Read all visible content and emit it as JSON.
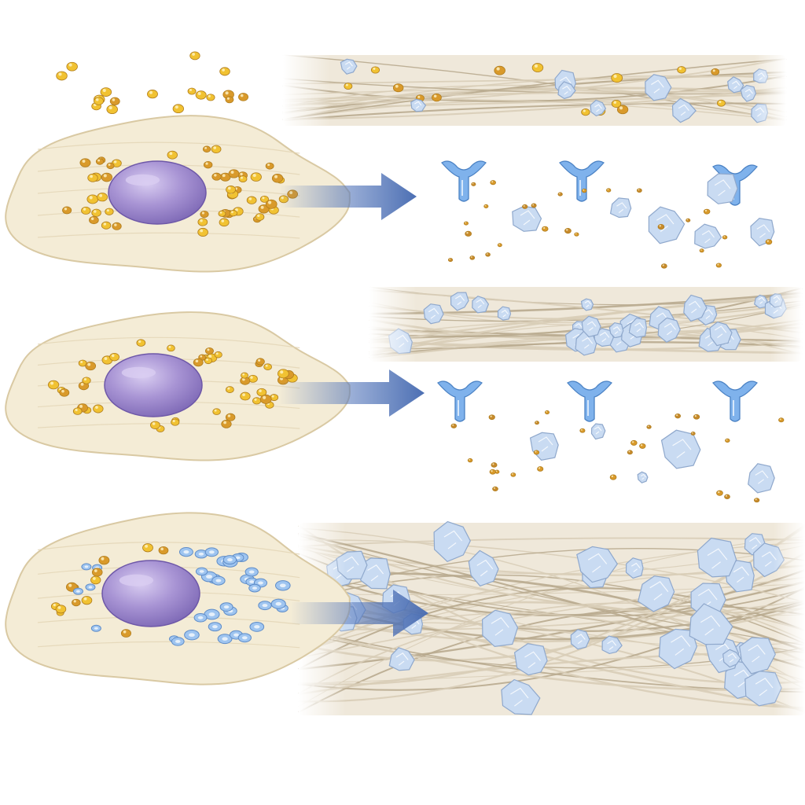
{
  "figure": {
    "background": "#ffffff",
    "panels": [
      {
        "id": "panel-1",
        "cell_granule_mix": "yellow",
        "matrix_density": "sparse",
        "matrix_particles": "yellow-and-blue",
        "released_products": [
          "receptor",
          "mineral-cluster",
          "small-granule"
        ]
      },
      {
        "id": "panel-2",
        "cell_granule_mix": "yellow",
        "matrix_density": "medium",
        "matrix_particles": "blue",
        "released_products": [
          "receptor",
          "mineral-cluster",
          "small-granule"
        ]
      },
      {
        "id": "panel-3",
        "cell_granule_mix": "yellow-and-blue",
        "matrix_density": "dense",
        "matrix_particles": "blue",
        "released_products": []
      }
    ]
  },
  "colors": {
    "cell_body": "#f4ecd6",
    "cell_outline": "#d9c9a3",
    "nucleus": "#a894d4",
    "nucleus_highlight": "#d9cdf1",
    "granule_yellow": "#f1c232",
    "granule_orange": "#d99a2b",
    "granule_blue": "#9fc5f0",
    "mineral": "#c9dbf2",
    "mineral_edge": "#8fa8cc",
    "receptor": "#7fb2ec",
    "arrow": "#5577bb",
    "fiber": "#d8cdb7",
    "fiber_dark": "#b8aa8e"
  },
  "icons": {
    "arrow": "right-arrow-icon",
    "receptor": "y-receptor-icon"
  }
}
